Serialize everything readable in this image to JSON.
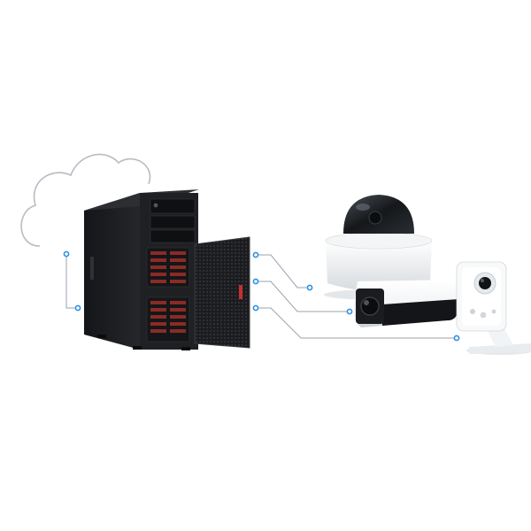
{
  "diagram": {
    "nodes": [
      {
        "id": "cloud",
        "kind": "cloud"
      },
      {
        "id": "server",
        "kind": "tower-server"
      },
      {
        "id": "dome-camera",
        "kind": "camera"
      },
      {
        "id": "bullet-camera",
        "kind": "camera"
      },
      {
        "id": "cube-camera",
        "kind": "camera"
      }
    ],
    "edges": [
      {
        "from": "cloud",
        "to": "server"
      },
      {
        "from": "server",
        "to": "dome-camera"
      },
      {
        "from": "server",
        "to": "bullet-camera"
      },
      {
        "from": "server",
        "to": "cube-camera"
      }
    ],
    "colors": {
      "connector": "#9aa3ad",
      "dot": "#2f8fe0",
      "cloud_outline": "#b7bcc2",
      "server_body": "#1c1d20",
      "server_front": "#26272b",
      "accent_red": "#c4302b",
      "camera_body": "#f6f7f8",
      "camera_shadow": "#d9dde1",
      "lens": "#111316"
    }
  }
}
